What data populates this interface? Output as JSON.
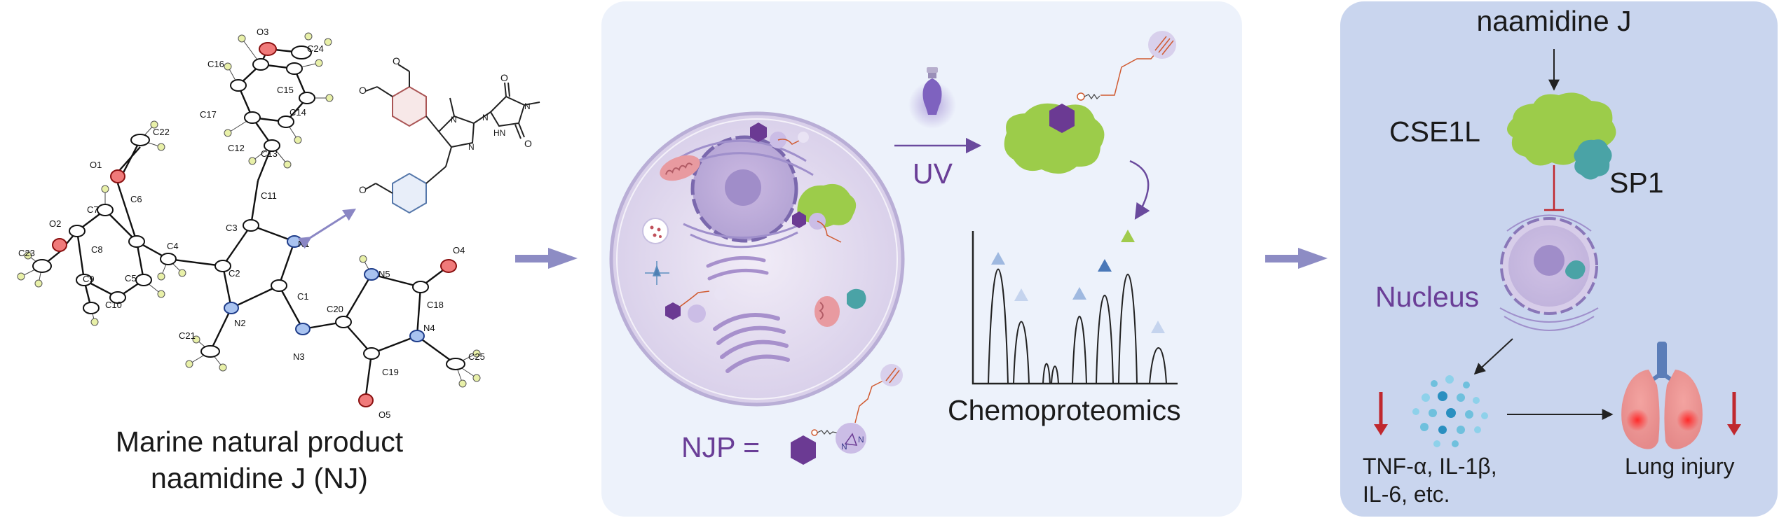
{
  "panel1": {
    "caption_line1": "Marine natural product",
    "caption_line2": "naamidine J (NJ)",
    "atom_labels": [
      "O3",
      "C24",
      "C16",
      "C15",
      "C17",
      "C14",
      "C12",
      "C13",
      "O1",
      "C22",
      "C11",
      "C7",
      "C6",
      "O2",
      "C8",
      "C4",
      "C3",
      "N1",
      "C23",
      "C9",
      "C5",
      "C2",
      "C1",
      "N5",
      "O4",
      "C10",
      "N2",
      "C20",
      "C18",
      "C21",
      "N3",
      "N4",
      "C19",
      "C25",
      "O5"
    ]
  },
  "panel2": {
    "uv_label": "UV",
    "njp_label": "NJP =",
    "chemoproteomics_label": "Chemoproteomics"
  },
  "panel3": {
    "top_label": "naamidine J",
    "cse1l_label": "CSE1L",
    "sp1_label": "SP1",
    "nucleus_label": "Nucleus",
    "cytokines_line1": "TNF-α, IL-1β,",
    "cytokines_line2": "IL-6, etc.",
    "lung_label": "Lung injury"
  },
  "colors": {
    "panel_bg_light": "#edf2fb",
    "panel_bg_dark": "#c9d5ee",
    "flow_arrow": "#8d8cc4",
    "protein_green": "#9ccc4a",
    "probe_purple": "#6b3a93",
    "sp1_teal": "#4aa3a6",
    "nucleus_text": "#6a3e97",
    "down_arrow_red": "#c0282e",
    "ms_peak_blue": "#9fb9e0",
    "ms_peak_green": "#a0cb4c"
  }
}
